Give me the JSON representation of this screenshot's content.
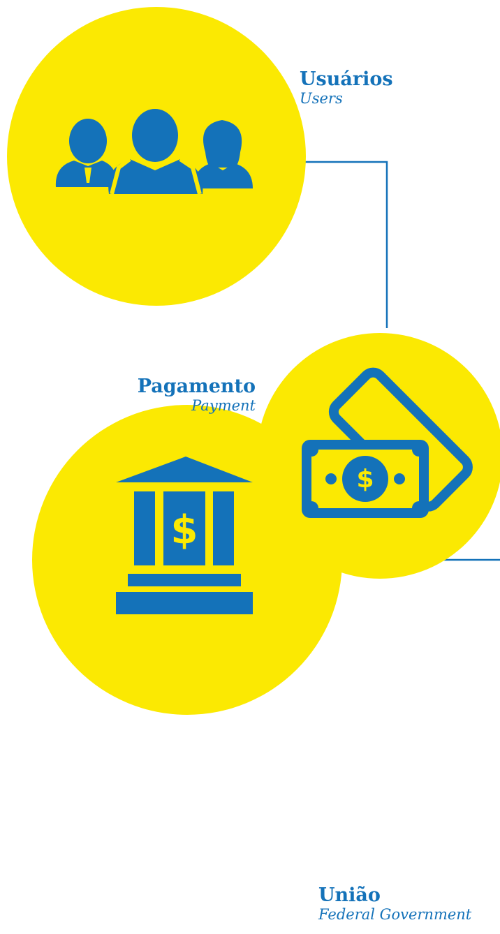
{
  "colors": {
    "circle": "#fbe902",
    "accent": "#1472b9",
    "background": "#ffffff"
  },
  "nodes": {
    "users": {
      "title": "Usuários",
      "subtitle": "Users",
      "icon": "users-group-icon"
    },
    "payment": {
      "title": "Pagamento",
      "subtitle": "Payment",
      "icon": "money-bills-icon"
    },
    "union": {
      "title": "União",
      "subtitle": "Federal Government",
      "icon": "bank-building-icon"
    }
  }
}
